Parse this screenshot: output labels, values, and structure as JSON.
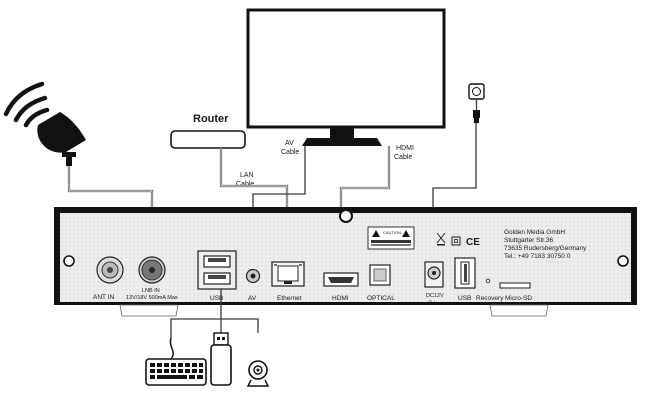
{
  "router": {
    "label": "Router"
  },
  "cables": {
    "lan": [
      "LAN",
      "Cable"
    ],
    "av": [
      "AV",
      "Cable"
    ],
    "hdmi": [
      "HDMI",
      "Cable"
    ]
  },
  "ports": {
    "ant_in": "ANT IN",
    "lnb_in": "LNB IN",
    "lnb_spec": "13V/18V 500mA Max",
    "usb_left": "USB",
    "av": "AV",
    "ethernet": "Ethernet",
    "hdmi": "HDMI",
    "optical": "OPTICAL",
    "dc": "DC12V",
    "usb_right": "USB",
    "recovery": "Recovery",
    "micro_sd": "Micro-SD"
  },
  "manufacturer": {
    "line1": "Golden Media GmbH",
    "line2": "Stuttgarter Str.36",
    "line3": "73635 Rudersberg/Germany",
    "line4": "Tel.: +49 7183 30750 0"
  },
  "warning_label": {
    "title": "CAUTION"
  }
}
